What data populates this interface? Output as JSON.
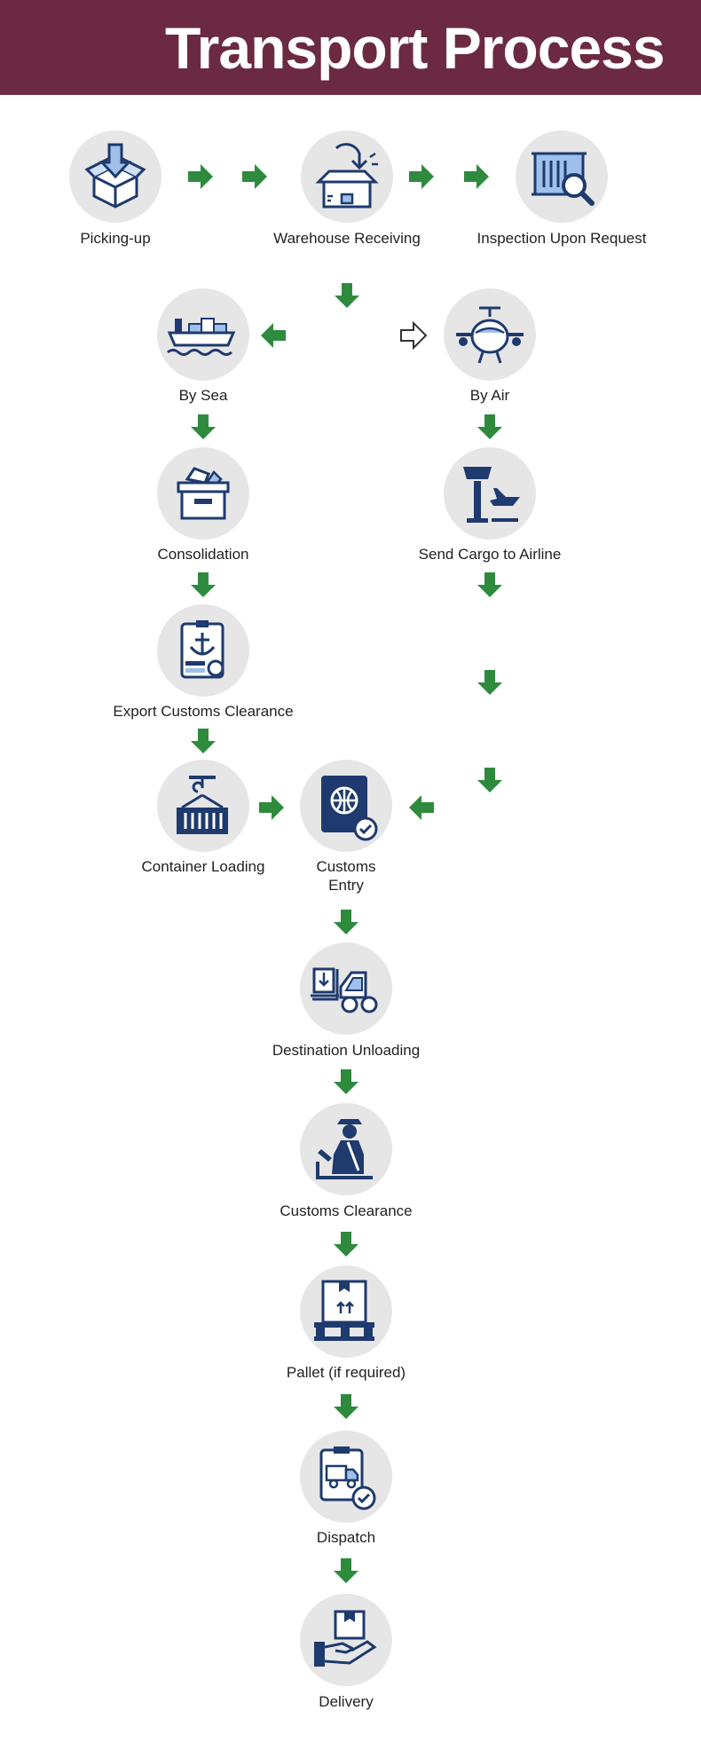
{
  "header": {
    "title": "Transport Process"
  },
  "colors": {
    "header_bg": "#6b2a42",
    "arrow_green": "#2e8b3e",
    "icon_navy": "#1e3a6e",
    "icon_light": "#9ec0ea",
    "circle_bg": "#e6e6e6"
  },
  "steps": [
    {
      "label": "Picking-up",
      "icon": "box-down-icon"
    },
    {
      "label": "Warehouse Receiving",
      "icon": "warehouse-receiving-icon"
    },
    {
      "label": "Inspection Upon Request",
      "icon": "container-inspection-icon"
    },
    {
      "label": "By Sea",
      "icon": "cargo-ship-icon"
    },
    {
      "label": "By Air",
      "icon": "airplane-icon"
    },
    {
      "label": "Consolidation",
      "icon": "consolidation-box-icon"
    },
    {
      "label": "Send Cargo to Airline",
      "icon": "control-tower-icon"
    },
    {
      "label": "Export Customs Clearance",
      "icon": "anchor-document-icon"
    },
    {
      "label": "Container Loading",
      "icon": "crane-container-icon"
    },
    {
      "label": "Customs\nEntry",
      "icon": "passport-icon"
    },
    {
      "label": "Destination Unloading",
      "icon": "forklift-icon"
    },
    {
      "label": "Customs Clearance",
      "icon": "customs-officer-icon"
    },
    {
      "label": "Pallet (if required)",
      "icon": "pallet-icon"
    },
    {
      "label": "Dispatch",
      "icon": "dispatch-truck-icon"
    },
    {
      "label": "Delivery",
      "icon": "delivery-hand-icon"
    }
  ]
}
